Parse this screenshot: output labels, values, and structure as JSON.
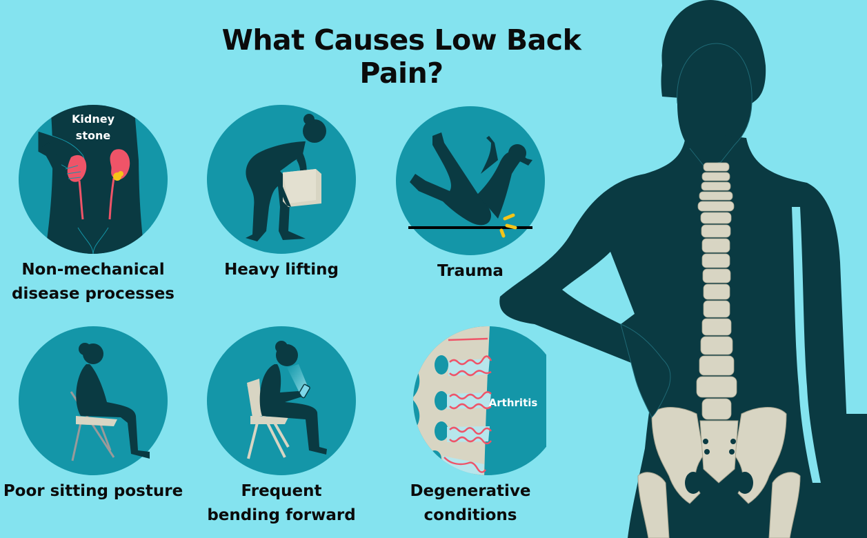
{
  "title": "What Causes Low Back Pain?",
  "colors": {
    "background": "#84E3EF",
    "circle": "#1496A8",
    "silhouette": "#0A3A42",
    "bone": "#D8D5C3",
    "kidney": "#EF5468",
    "stone": "#F5C518",
    "impact": "#F5C518",
    "crack": "#EF5468"
  },
  "causes": [
    {
      "caption_line1": "Non-mechanical",
      "caption_line2": "disease processes",
      "icon": "kidney-stone-icon",
      "label_line1": "Kidney",
      "label_line2": "stone"
    },
    {
      "caption_line1": "Heavy lifting",
      "caption_line2": "",
      "icon": "lifting-box-icon"
    },
    {
      "caption_line1": "Trauma",
      "caption_line2": "",
      "icon": "falling-person-icon"
    },
    {
      "caption_line1": "Poor sitting posture",
      "caption_line2": "",
      "icon": "slouched-sitting-icon"
    },
    {
      "caption_line1": "Frequent",
      "caption_line2": "bending forward",
      "icon": "phone-hunching-icon"
    },
    {
      "caption_line1": "Degenerative",
      "caption_line2": "conditions",
      "icon": "arthritic-spine-icon",
      "label_line1": "Arthritis"
    }
  ],
  "figure": {
    "icon": "back-spine-silhouette-icon"
  }
}
